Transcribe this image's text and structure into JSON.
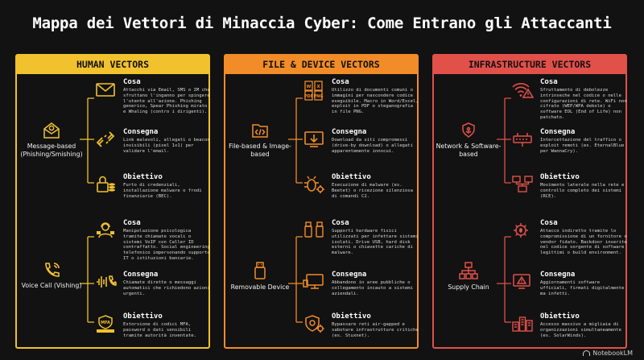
{
  "title": "Mappa dei Vettori di Minaccia Cyber: Come Entrano gli Attaccanti",
  "colors": {
    "human": "#f2c12e",
    "file": "#f28c28",
    "infra": "#e2504a",
    "background": "#121212"
  },
  "columns": [
    {
      "heading": "HUMAN VECTORS",
      "groups": [
        {
          "root": "Message-based (Phishing/Smishing)",
          "root_icon": "email-envelope-icon",
          "items": [
            {
              "label": "Cosa",
              "icon": "mail-envelope-icon",
              "text": "Attacchi via Email, SMS o IM che sfruttano l'inganno per spingere l'utente all'azione. Phishing generico, Spear Phishing mirato e Whaling (contro i dirigenti)."
            },
            {
              "label": "Consegna",
              "icon": "broken-link-icon",
              "text": "Link malevoli, allegati o beacon invisibili (pixel 1x1) per validare l'email."
            },
            {
              "label": "Obiettivo",
              "icon": "padlock-coins-icon",
              "text": "Furto di credenziali, installazione malware o frodi finanziarie (BEC)."
            }
          ]
        },
        {
          "root": "Voice Call (Vishing)",
          "root_icon": "phone-call-icon",
          "items": [
            {
              "label": "Cosa",
              "icon": "people-headset-icon",
              "text": "Manipolazione psicologica tramite chiamate vocali o sistemi VoIP con Caller ID contraffatto. Social engineering telefonico impersonando supporto IT o istituzioni bancarie."
            },
            {
              "label": "Consegna",
              "icon": "voice-wave-phone-icon",
              "text": "Chiamate dirette o messaggi automatici che richiedono azioni urgenti."
            },
            {
              "label": "Obiettivo",
              "icon": "mfa-code-icon",
              "text": "Estorsione di codici MFA, password o dati sensibili tramite autorità inventate."
            }
          ]
        }
      ]
    },
    {
      "heading": "FILE & DEVICE VECTORS",
      "groups": [
        {
          "root": "File-based & Image-based",
          "root_icon": "code-folder-icon",
          "items": [
            {
              "label": "Cosa",
              "icon": "documents-icon",
              "text": "Utilizzo di documenti comuni o immagini per nascondere codice eseguibile. Macro in Word/Excel, exploit in PDF o steganografia in file PNG."
            },
            {
              "label": "Consegna",
              "icon": "download-icon",
              "text": "Download da siti compromessi (drive-by download) o allegati apparentemente innocui."
            },
            {
              "label": "Obiettivo",
              "icon": "bug-gear-icon",
              "text": "Esecuzione di malware (es. Beetet) o ricezione silenziosa di comandi C2."
            }
          ]
        },
        {
          "root": "Removable Device",
          "root_icon": "usb-drive-icon",
          "items": [
            {
              "label": "Cosa",
              "icon": "usb-ports-icon",
              "text": "Supporti hardware fisici utilizzati per infettare sistemi isolati. Drive USB, hard disk esterni o chiavette cariche di malware."
            },
            {
              "label": "Consegna",
              "icon": "usb-computer-icon",
              "text": "Abbandono in aree pubbliche o collegamento incauto a sistemi aziendali."
            },
            {
              "label": "Obiettivo",
              "icon": "shield-gear-icon",
              "text": "Bypassare reti air-gapped e sabotare infrastrutture critiche (es. Stuxnet)."
            }
          ]
        }
      ]
    },
    {
      "heading": "INFRASTRUCTURE VECTORS",
      "groups": [
        {
          "root": "Network & Software-based",
          "root_icon": "network-shield-icon",
          "items": [
            {
              "label": "Cosa",
              "icon": "wifi-warning-icon",
              "text": "Sfruttamento di debolezze intrinseche nel codice o nelle configurazioni di rete. WiFi non cifrato (WEP/WPA debole) o software EOL (End of Life) non patchato."
            },
            {
              "label": "Consegna",
              "icon": "network-switch-icon",
              "text": "Intercettazione del traffico o exploit remoti (es. EternalBlue per WannaCry)."
            },
            {
              "label": "Obiettivo",
              "icon": "computer-network-icon",
              "text": "Movimento laterale nella rete e controllo completo dei sistemi (RCE)."
            }
          ]
        },
        {
          "root": "Supply Chain",
          "root_icon": "supply-chain-icon",
          "items": [
            {
              "label": "Cosa",
              "icon": "gear-bug-icon",
              "text": "Attacco indiretto tramite lo compromissione di un fornitore o vendor fidato. Backdoor inserite nel codice sorgente di software legittimi o build environment."
            },
            {
              "label": "Consegna",
              "icon": "update-warning-icon",
              "text": "Aggiornamenti software ufficiali, firmati digitalmente ma infetti."
            },
            {
              "label": "Obiettivo",
              "icon": "organizations-icon",
              "text": "Accesso massivo a migliaia di organizzazioni simultaneamente (es. SolarWinds)."
            }
          ]
        }
      ]
    }
  ],
  "footer": "NotebookLM"
}
